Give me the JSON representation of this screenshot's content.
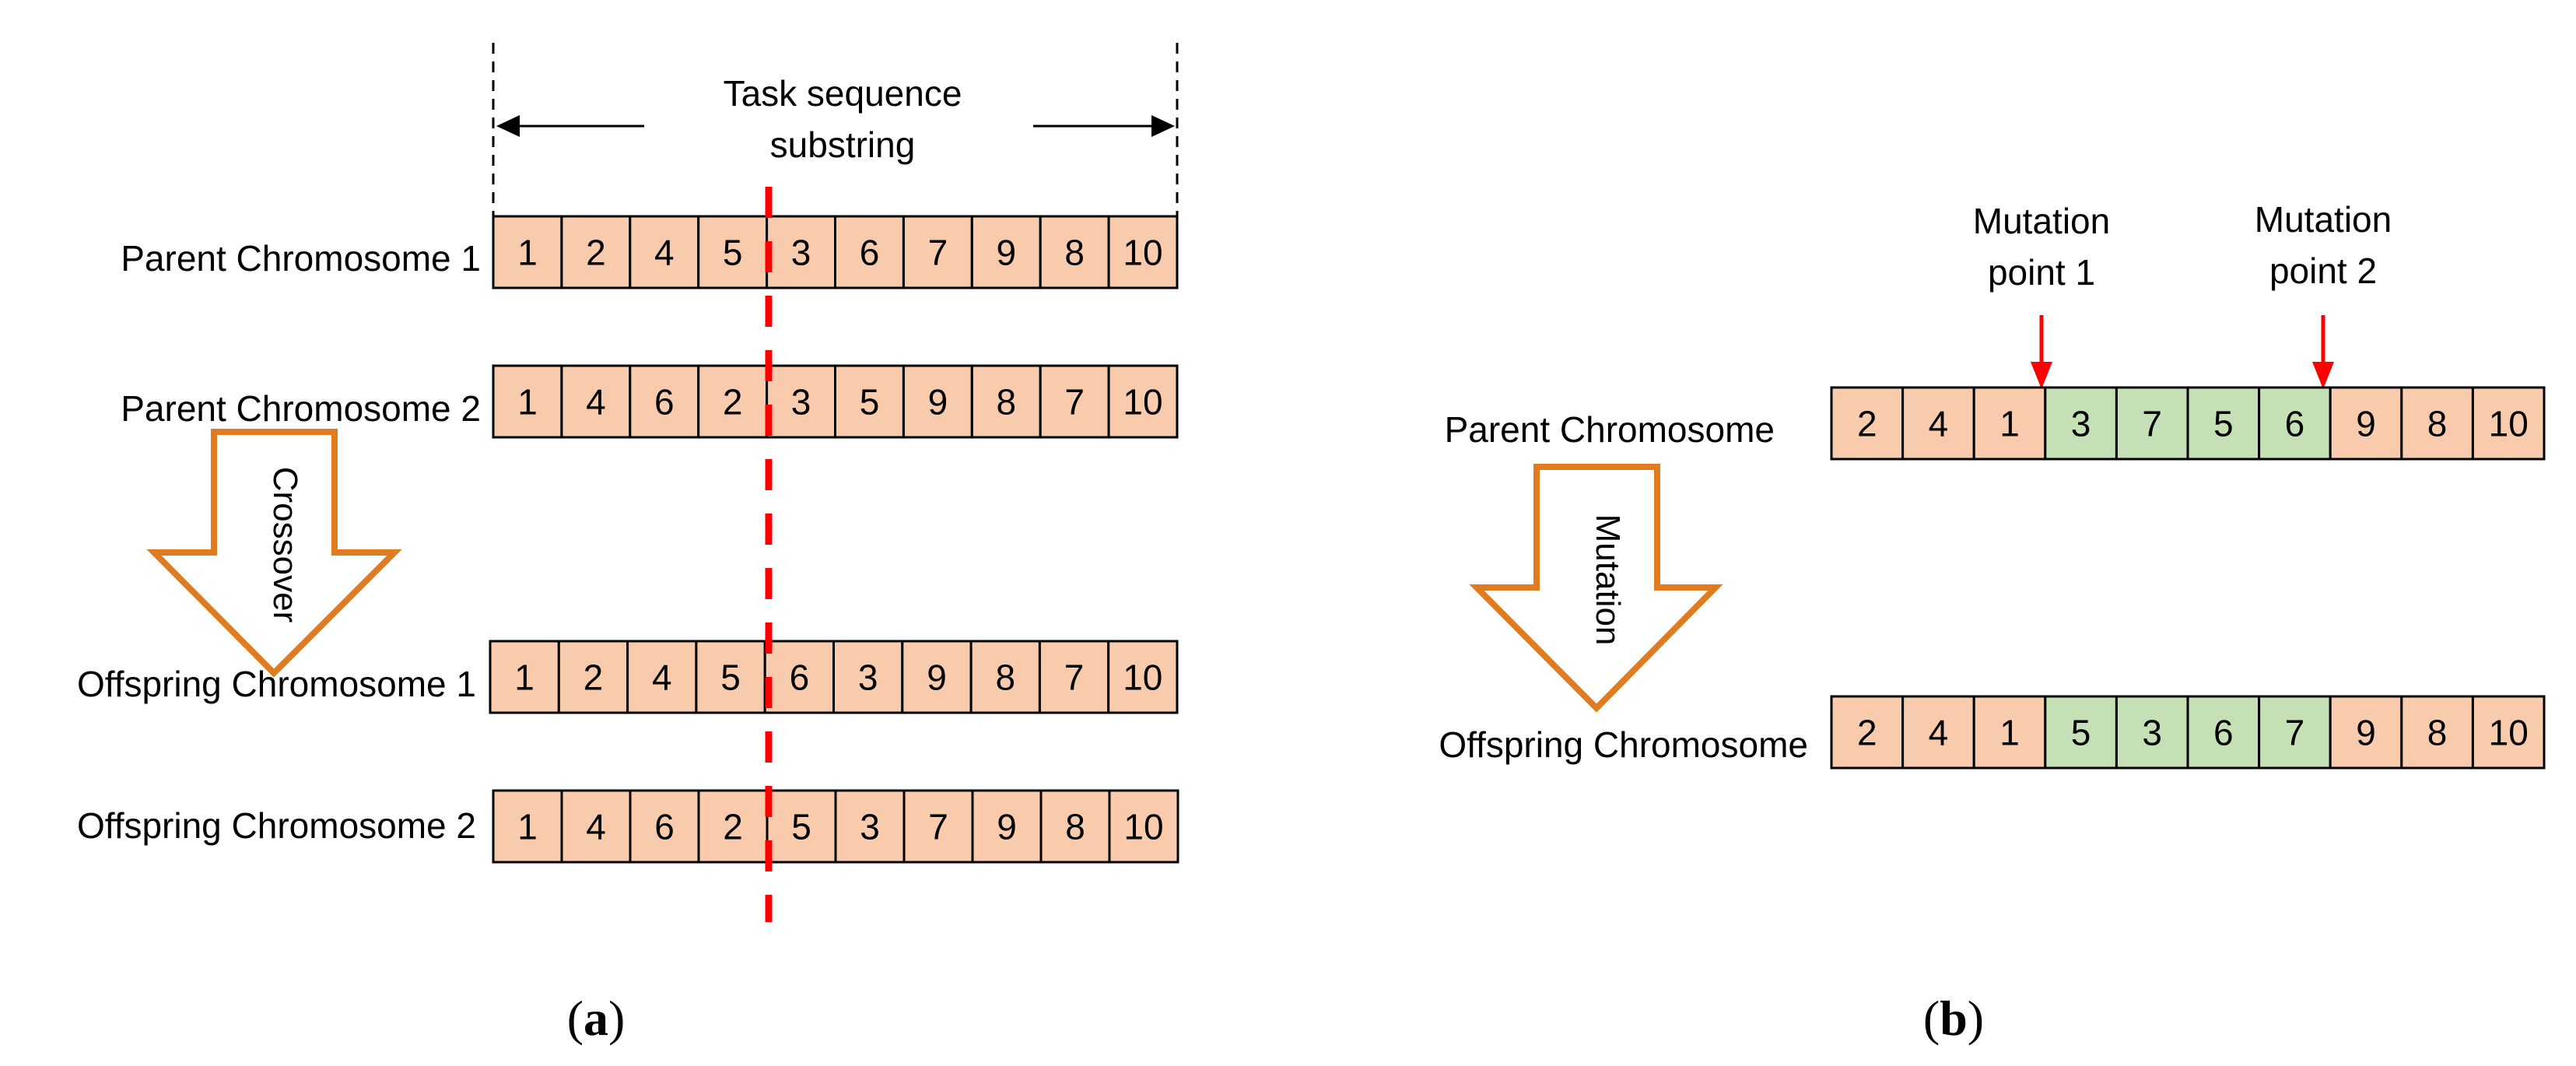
{
  "colors": {
    "gene_normal": "#f8cbad",
    "gene_mutated": "#c5e0b4",
    "arrow_orange": "#e07b1f",
    "cut_red": "#ff0000",
    "mutation_arrow_red": "#ff0000"
  },
  "panel_a": {
    "caption_letter": "a",
    "substring_label_line1": "Task sequence",
    "substring_label_line2": "substring",
    "crossover_label": "Crossover",
    "chromosomes": [
      {
        "label": "Parent Chromosome 1",
        "genes": [
          "1",
          "2",
          "4",
          "5",
          "3",
          "6",
          "7",
          "9",
          "8",
          "10"
        ]
      },
      {
        "label": "Parent Chromosome 2",
        "genes": [
          "1",
          "4",
          "6",
          "2",
          "3",
          "5",
          "9",
          "8",
          "7",
          "10"
        ]
      },
      {
        "label": "Offspring Chromosome 1",
        "genes": [
          "1",
          "2",
          "4",
          "5",
          "6",
          "3",
          "9",
          "8",
          "7",
          "10"
        ]
      },
      {
        "label": "Offspring Chromosome 2",
        "genes": [
          "1",
          "4",
          "6",
          "2",
          "5",
          "3",
          "7",
          "9",
          "8",
          "10"
        ]
      }
    ]
  },
  "panel_b": {
    "caption_letter": "b",
    "mutation_point_1_line1": "Mutation",
    "mutation_point_1_line2": "point 1",
    "mutation_point_2_line1": "Mutation",
    "mutation_point_2_line2": "point 2",
    "mutation_label": "Mutation",
    "chromosomes": [
      {
        "label": "Parent Chromosome",
        "genes": [
          "2",
          "4",
          "1",
          "3",
          "7",
          "5",
          "6",
          "9",
          "8",
          "10"
        ],
        "mutated": [
          false,
          false,
          false,
          true,
          true,
          true,
          true,
          false,
          false,
          false
        ]
      },
      {
        "label": "Offspring Chromosome",
        "genes": [
          "2",
          "4",
          "1",
          "5",
          "3",
          "6",
          "7",
          "9",
          "8",
          "10"
        ],
        "mutated": [
          false,
          false,
          false,
          true,
          true,
          true,
          true,
          false,
          false,
          false
        ]
      }
    ]
  }
}
